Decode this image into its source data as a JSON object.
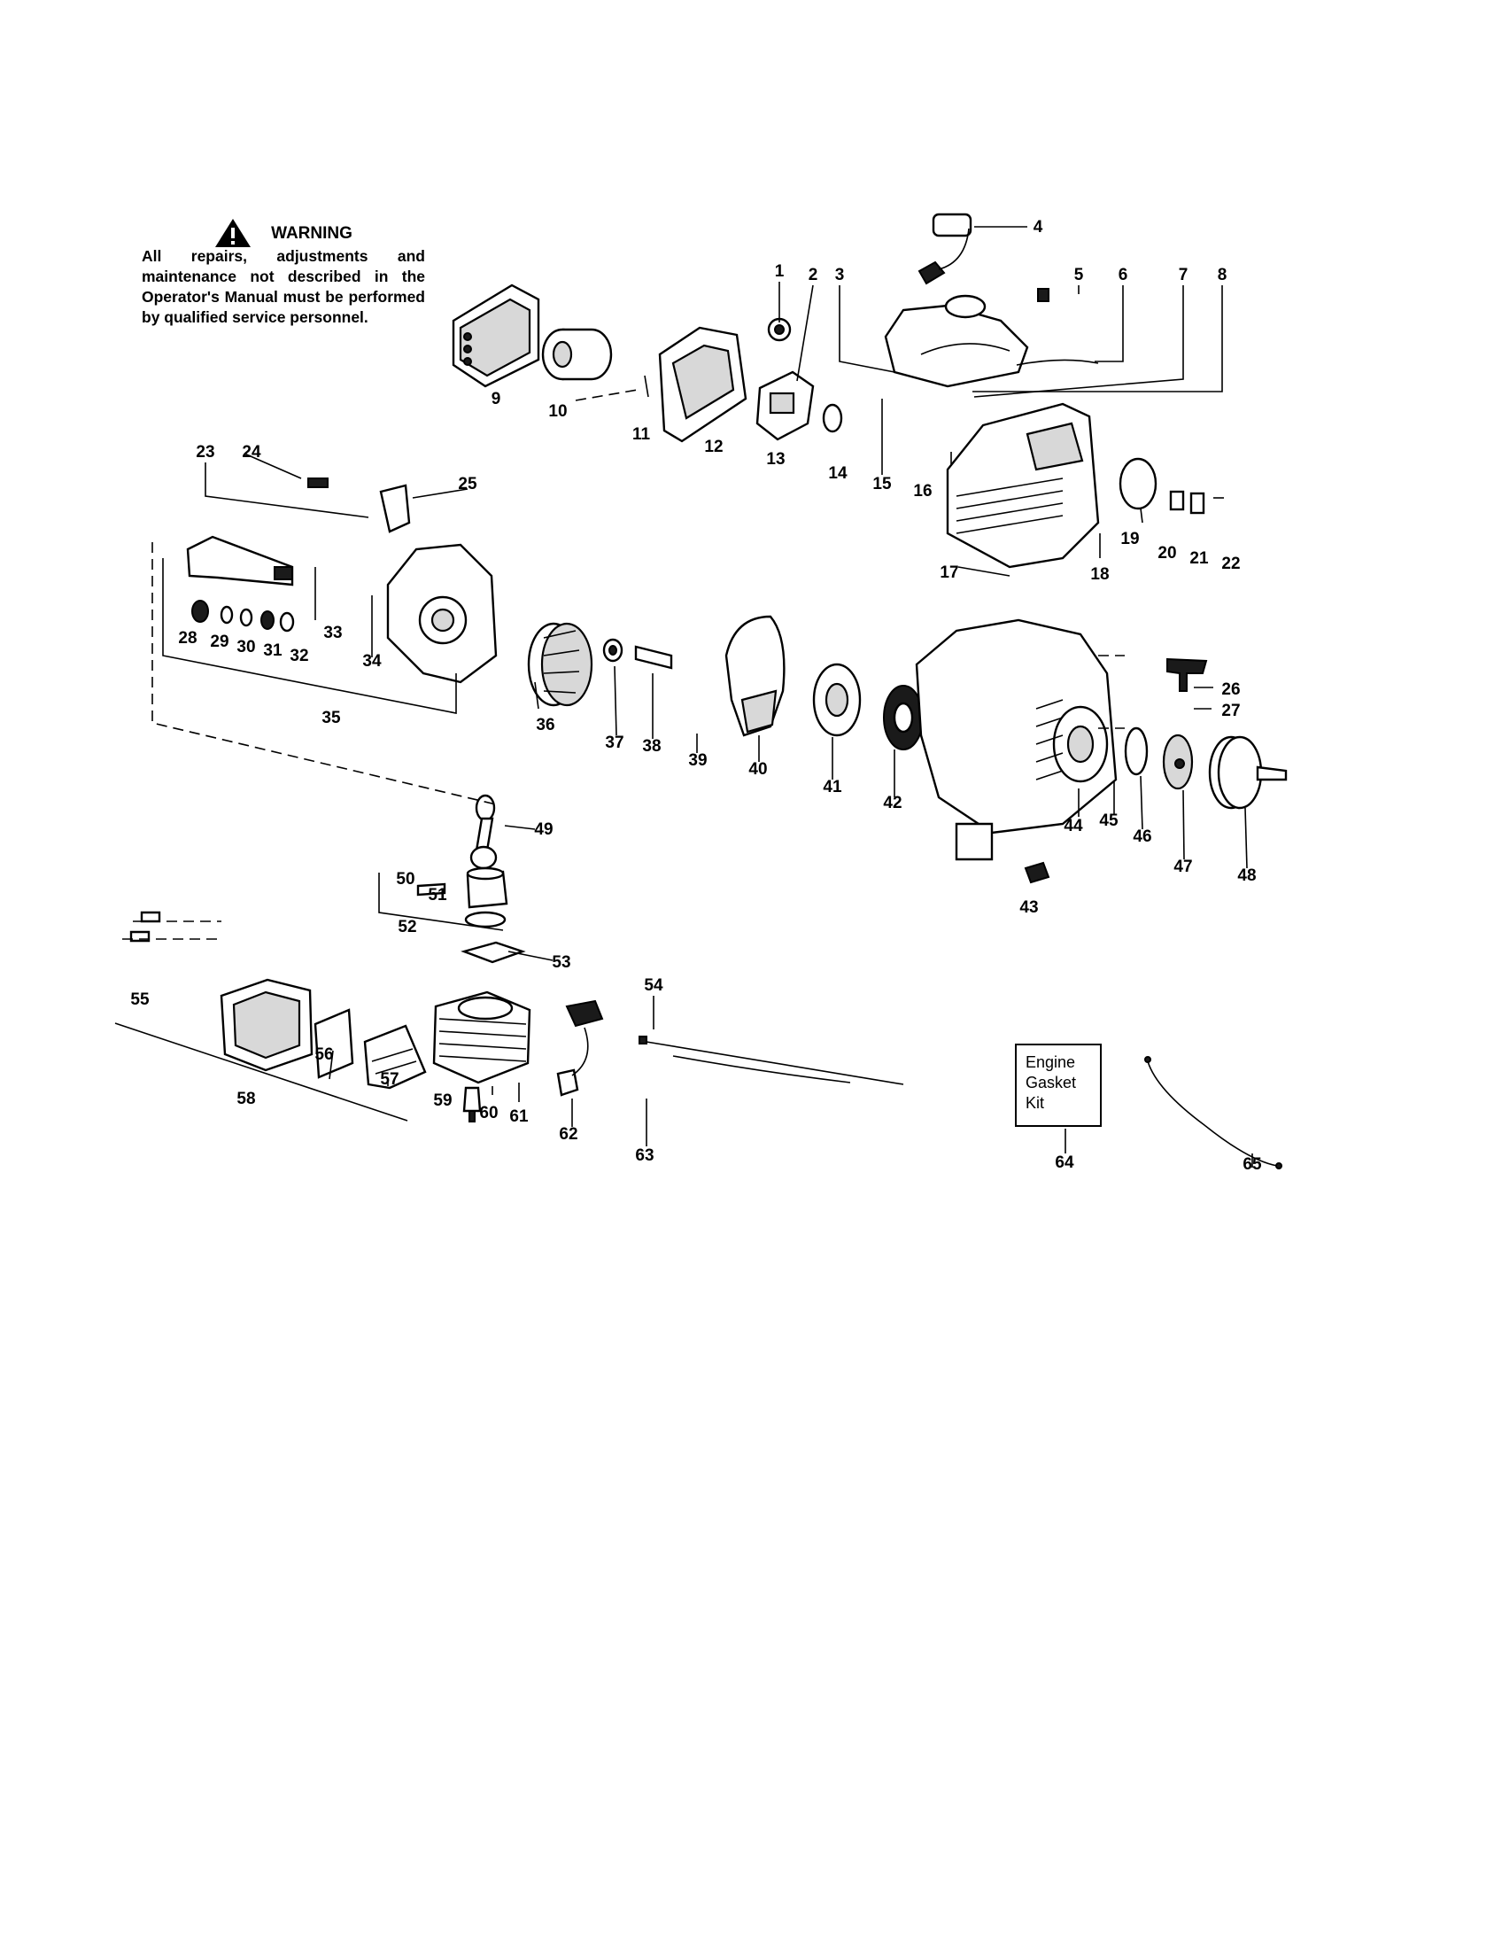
{
  "warning": {
    "title": "WARNING",
    "text": "All repairs, adjustments and maintenance not described in the Operator's Manual must be performed by qualified service personnel.",
    "icon": "warning-triangle-icon"
  },
  "kit_box": {
    "lines": [
      "Engine",
      "Gasket",
      "Kit"
    ]
  },
  "part_numbers": [
    "1",
    "2",
    "3",
    "4",
    "5",
    "6",
    "7",
    "8",
    "9",
    "10",
    "11",
    "12",
    "13",
    "14",
    "15",
    "16",
    "17",
    "18",
    "19",
    "20",
    "21",
    "22",
    "23",
    "24",
    "25",
    "26",
    "27",
    "28",
    "29",
    "30",
    "31",
    "32",
    "33",
    "34",
    "35",
    "36",
    "37",
    "38",
    "39",
    "40",
    "41",
    "42",
    "43",
    "44",
    "45",
    "46",
    "47",
    "48",
    "49",
    "50",
    "51",
    "52",
    "53",
    "54",
    "55",
    "56",
    "57",
    "58",
    "59",
    "60",
    "61",
    "62",
    "63",
    "64",
    "65"
  ]
}
